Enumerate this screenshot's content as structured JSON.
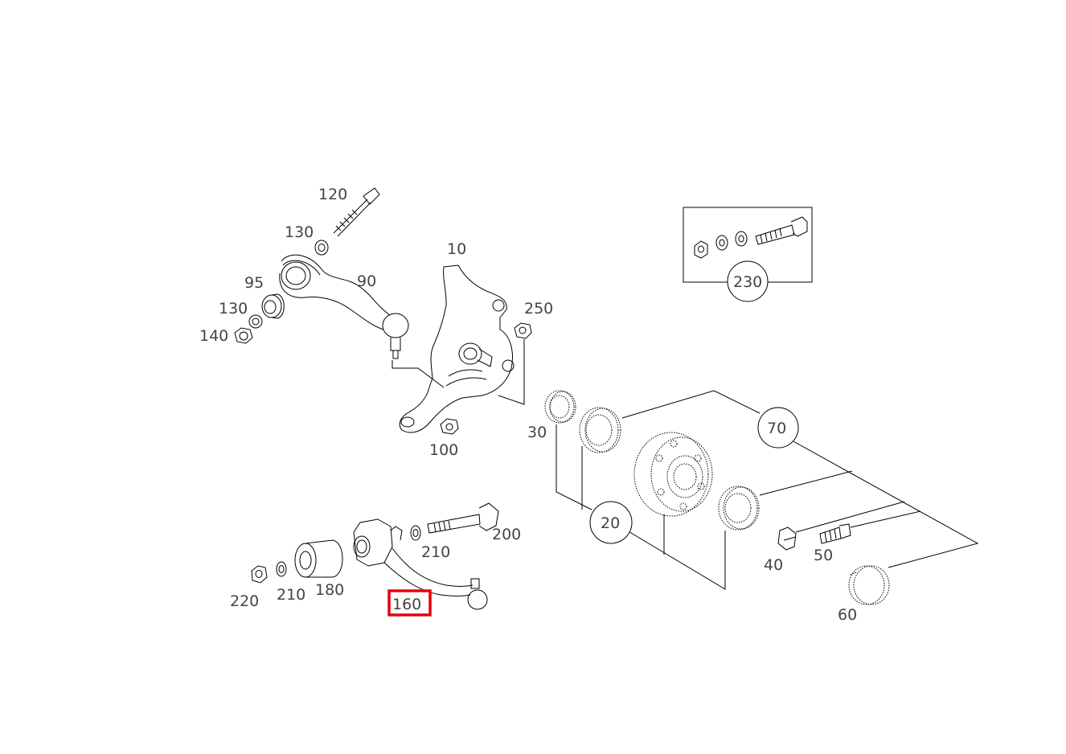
{
  "diagram": {
    "highlight_color": "#e8000b",
    "highlighted_part": "160",
    "callouts": {
      "p10": "10",
      "p20": "20",
      "p30": "30",
      "p40": "40",
      "p50": "50",
      "p60": "60",
      "p70": "70",
      "p90": "90",
      "p95": "95",
      "p100": "100",
      "p120": "120",
      "p130a": "130",
      "p130b": "130",
      "p140": "140",
      "p160": "160",
      "p180": "180",
      "p200": "200",
      "p210a": "210",
      "p210b": "210",
      "p220": "220",
      "p230": "230",
      "p250": "250"
    }
  }
}
